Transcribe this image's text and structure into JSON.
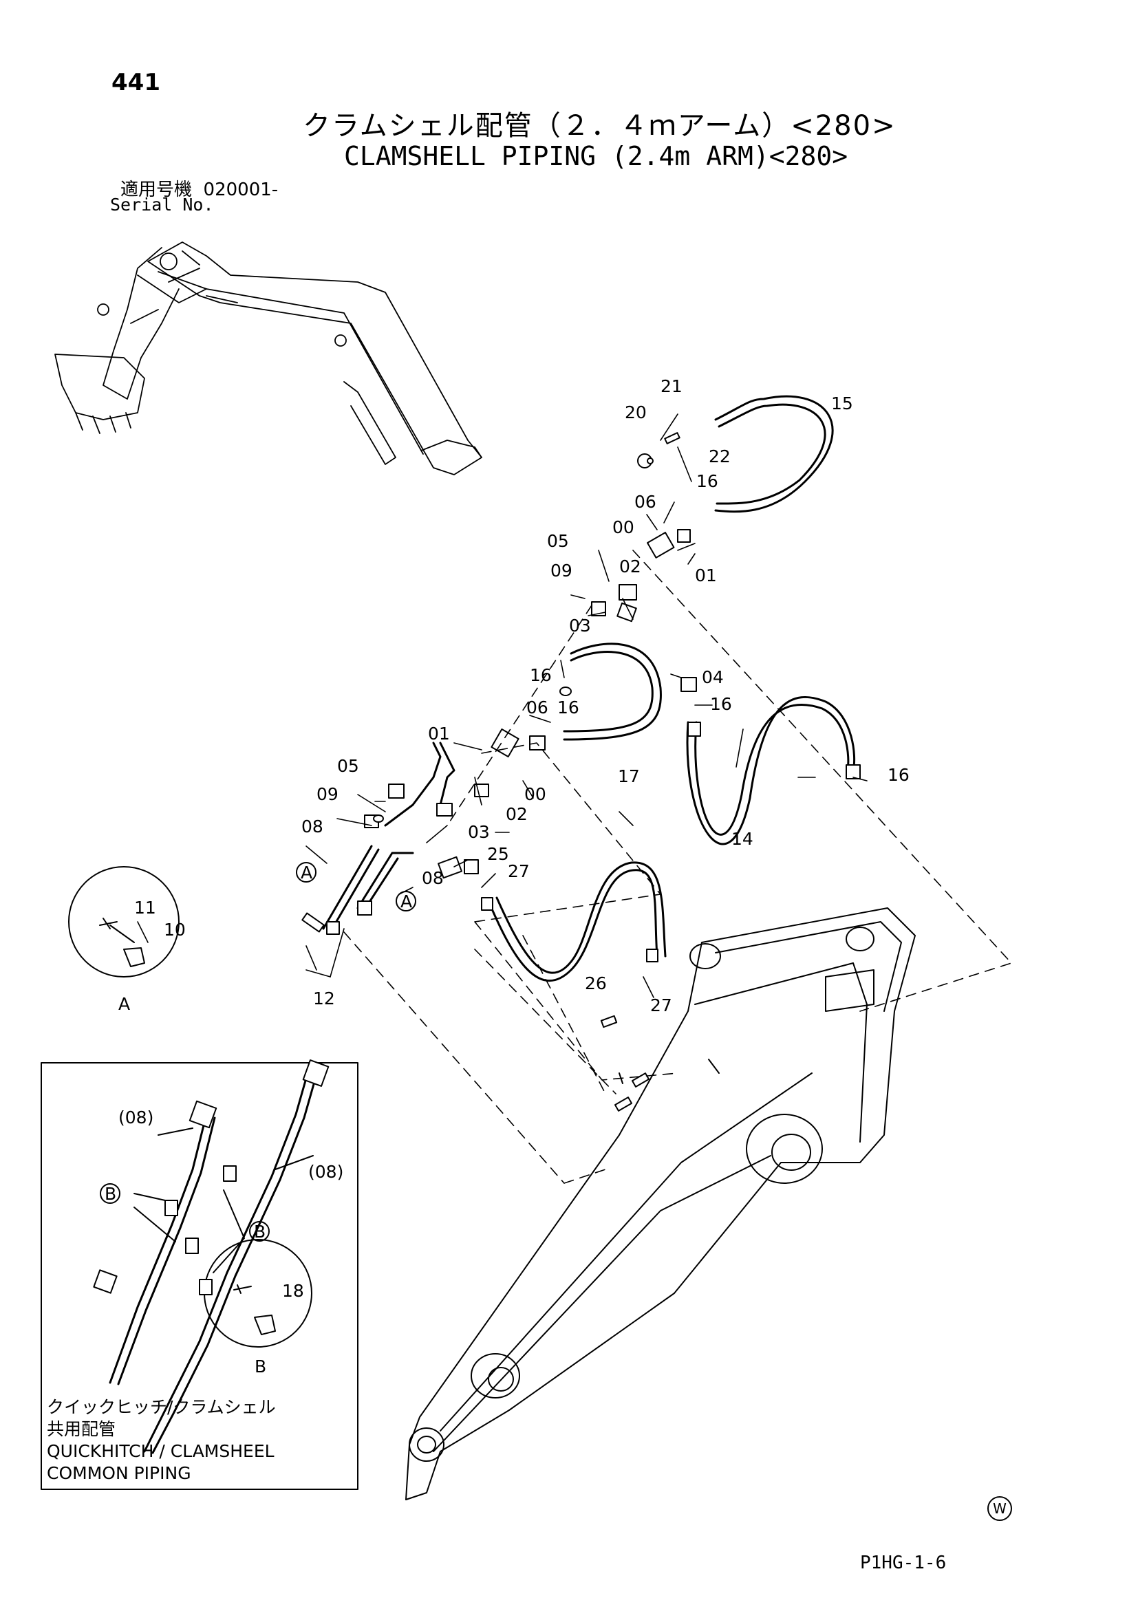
{
  "page_number": "441",
  "title_jp": "クラムシェル配管（２．４ｍアーム）<280>",
  "title_en": "CLAMSHELL PIPING (2.4m ARM)<280>",
  "serial_label_jp": "適用号機",
  "serial_value": "020001-",
  "serial_label_en": "Serial No.",
  "callouts": {
    "c21": "21",
    "c20": "20",
    "c22": "22",
    "c15": "15",
    "c16a": "16",
    "c06a": "06",
    "c00a": "00",
    "c01a": "01",
    "c05a": "05",
    "c02a": "02",
    "c09a": "09",
    "c03a": "03",
    "c16b": "16",
    "c04": "04",
    "c16c": "16",
    "c06b": "06",
    "c16d": "16",
    "c01b": "01",
    "c16e": "16",
    "c05b": "05",
    "c17": "17",
    "c00b": "00",
    "c09b": "09",
    "c02b": "02",
    "c14": "14",
    "c08a": "08",
    "c03b": "03",
    "c25": "25",
    "c27a": "27",
    "c08b": "08",
    "c11": "11",
    "c10": "10",
    "c26": "26",
    "c27b": "27",
    "c12": "12",
    "c18": "18",
    "c08p1": "(08)",
    "c08p2": "(08)"
  },
  "detail_letters": {
    "a1": "A",
    "a2": "A",
    "a3": "A",
    "b1": "B",
    "b2": "B",
    "b3": "B"
  },
  "inset_caption": {
    "line1": "クイックヒッチ/クラムシェル",
    "line2": "共用配管",
    "line3": "QUICKHITCH / CLAMSHEEL",
    "line4": "COMMON  PIPING"
  },
  "watermark": "W",
  "footer_code": "P1HG-1-6"
}
